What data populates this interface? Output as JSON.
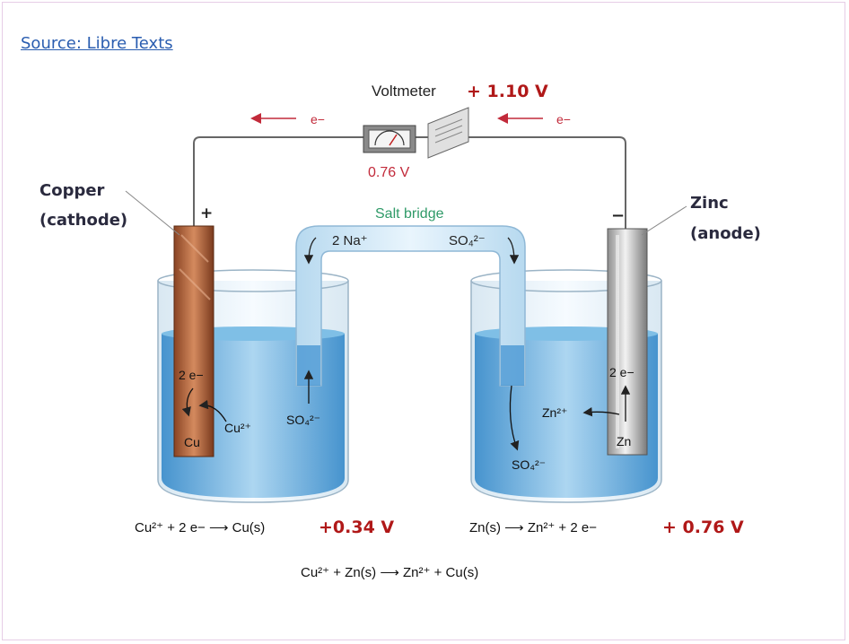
{
  "source": {
    "label": "Source: Libre Texts"
  },
  "voltmeter": {
    "label": "Voltmeter",
    "cell_voltage": "+ 1.10 V",
    "reading": "0.76 V"
  },
  "electron_flow": {
    "left": "e−",
    "right": "e−"
  },
  "salt_bridge": {
    "label": "Salt bridge",
    "left_ion": "2 Na⁺",
    "right_ion": "SO₄²⁻"
  },
  "cathode": {
    "name": "Copper",
    "role": "(cathode)",
    "sign": "+",
    "electrons": "2 e−",
    "metal": "Cu",
    "ion": "Cu²⁺",
    "anion": "SO₄²⁻",
    "half_reaction": "Cu²⁺ + 2 e− ⟶ Cu(s)",
    "potential": "+0.34 V"
  },
  "anode": {
    "name": "Zinc",
    "role": "(anode)",
    "sign": "−",
    "electrons": "2 e−",
    "metal": "Zn",
    "ion": "Zn²⁺",
    "anion": "SO₄²⁻",
    "half_reaction": "Zn(s) ⟶ Zn²⁺ + 2 e−",
    "potential": "+ 0.76 V"
  },
  "overall_reaction": "Cu²⁺ +  Zn(s) ⟶ Zn²⁺ +  Cu(s)",
  "colors": {
    "potential": "#b01818",
    "salt_bridge_label": "#2f9a68",
    "link": "#2a5db0",
    "solution": "#4aa0d6"
  }
}
